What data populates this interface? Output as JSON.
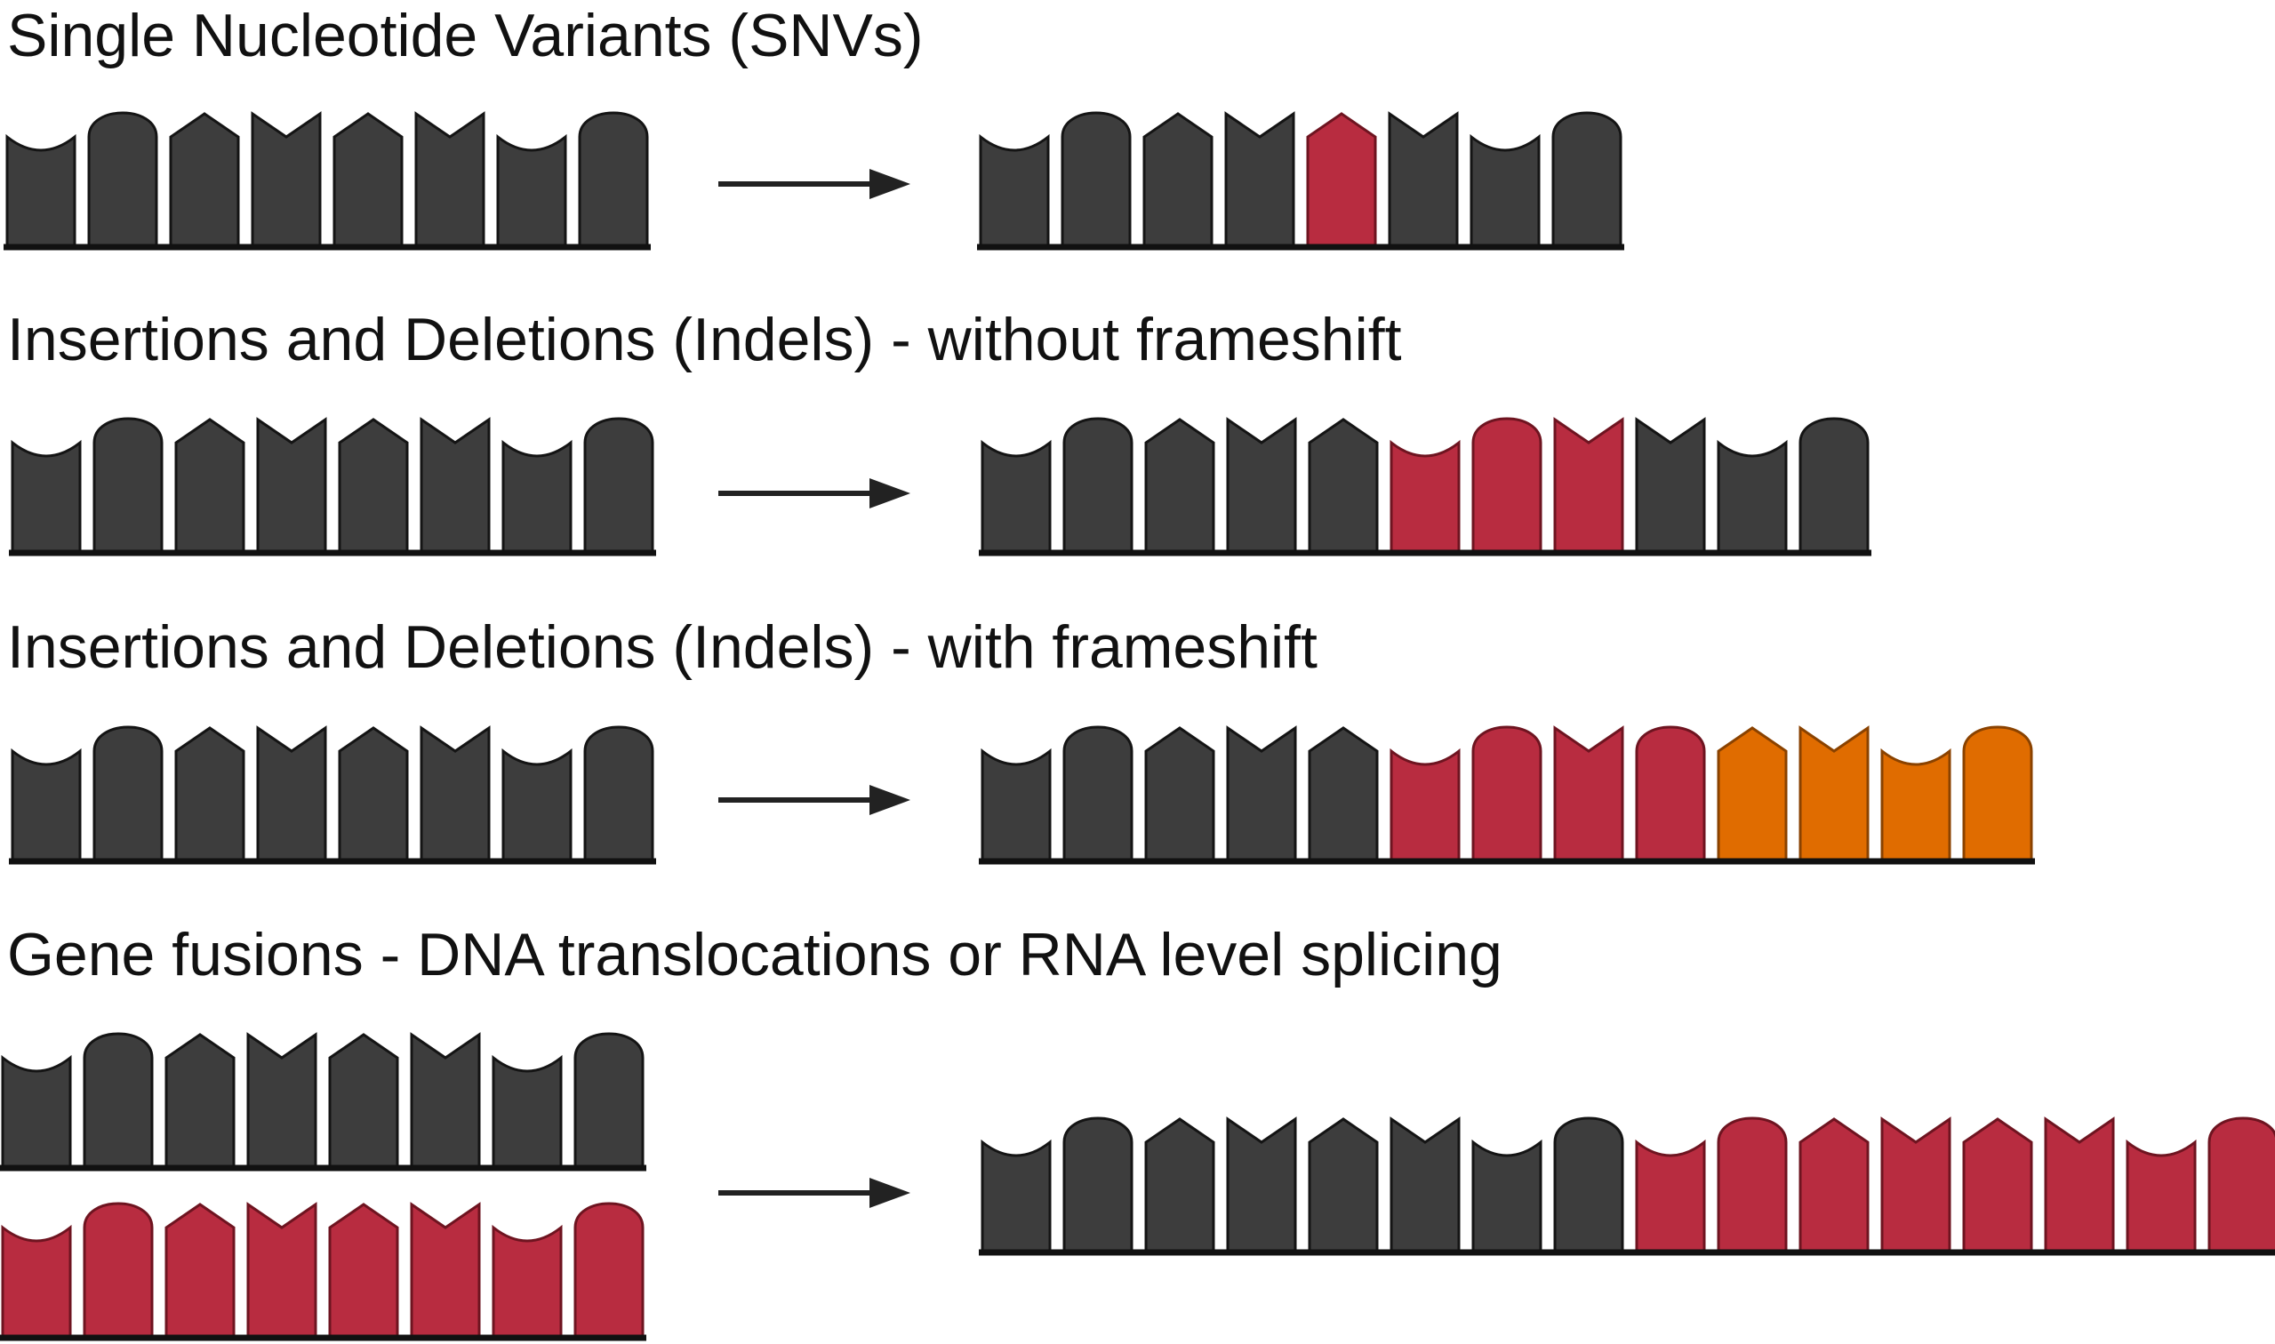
{
  "colors": {
    "normal": "#3d3d3d",
    "normal_stroke": "#141414",
    "variant": "#b82c40",
    "variant_stroke": "#6e1420",
    "frameshift": "#e06c00",
    "frameshift_stroke": "#8a4200",
    "backbone": "#111111",
    "arrow": "#222222"
  },
  "base_shapes": {
    "legend": "Each base is drawn as a block with a top notch: 'cup' (shallow concave), 'dome' (rounded), 'point' (peak), 'notch' (V cut).",
    "reference_sequence": [
      "cup",
      "dome",
      "point",
      "notch",
      "point",
      "notch",
      "cup",
      "dome"
    ]
  },
  "sections": [
    {
      "id": "snv",
      "title": "Single Nucleotide Variants (SNVs)",
      "before": [
        {
          "shapes": [
            "cup",
            "dome",
            "point",
            "notch",
            "point",
            "notch",
            "cup",
            "dome"
          ],
          "colors": [
            "normal",
            "normal",
            "normal",
            "normal",
            "normal",
            "normal",
            "normal",
            "normal"
          ]
        }
      ],
      "after": {
        "shapes": [
          "cup",
          "dome",
          "point",
          "notch",
          "point",
          "notch",
          "cup",
          "dome"
        ],
        "colors": [
          "normal",
          "normal",
          "normal",
          "normal",
          "variant",
          "normal",
          "normal",
          "normal"
        ]
      }
    },
    {
      "id": "indel-no-frameshift",
      "title": "Insertions and Deletions (Indels) - without frameshift",
      "before": [
        {
          "shapes": [
            "cup",
            "dome",
            "point",
            "notch",
            "point",
            "notch",
            "cup",
            "dome"
          ],
          "colors": [
            "normal",
            "normal",
            "normal",
            "normal",
            "normal",
            "normal",
            "normal",
            "normal"
          ]
        }
      ],
      "after": {
        "shapes": [
          "cup",
          "dome",
          "point",
          "notch",
          "point",
          "cup",
          "dome",
          "notch",
          "notch",
          "cup",
          "dome"
        ],
        "colors": [
          "normal",
          "normal",
          "normal",
          "normal",
          "normal",
          "variant",
          "variant",
          "variant",
          "normal",
          "normal",
          "normal"
        ]
      }
    },
    {
      "id": "indel-frameshift",
      "title": "Insertions and Deletions (Indels) - with frameshift",
      "before": [
        {
          "shapes": [
            "cup",
            "dome",
            "point",
            "notch",
            "point",
            "notch",
            "cup",
            "dome"
          ],
          "colors": [
            "normal",
            "normal",
            "normal",
            "normal",
            "normal",
            "normal",
            "normal",
            "normal"
          ]
        }
      ],
      "after": {
        "shapes": [
          "cup",
          "dome",
          "point",
          "notch",
          "point",
          "cup",
          "dome",
          "notch",
          "dome",
          "point",
          "notch",
          "cup",
          "dome"
        ],
        "colors": [
          "normal",
          "normal",
          "normal",
          "normal",
          "normal",
          "variant",
          "variant",
          "variant",
          "variant",
          "frameshift",
          "frameshift",
          "frameshift",
          "frameshift"
        ]
      }
    },
    {
      "id": "gene-fusion",
      "title": "Gene fusions - DNA translocations or RNA level splicing",
      "before": [
        {
          "shapes": [
            "cup",
            "dome",
            "point",
            "notch",
            "point",
            "notch",
            "cup",
            "dome"
          ],
          "colors": [
            "normal",
            "normal",
            "normal",
            "normal",
            "normal",
            "normal",
            "normal",
            "normal"
          ]
        },
        {
          "shapes": [
            "cup",
            "dome",
            "point",
            "notch",
            "point",
            "notch",
            "cup",
            "dome"
          ],
          "colors": [
            "variant",
            "variant",
            "variant",
            "variant",
            "variant",
            "variant",
            "variant",
            "variant"
          ]
        }
      ],
      "after": {
        "shapes": [
          "cup",
          "dome",
          "point",
          "notch",
          "point",
          "notch",
          "cup",
          "dome",
          "cup",
          "dome",
          "point",
          "notch",
          "point",
          "notch",
          "cup",
          "dome"
        ],
        "colors": [
          "normal",
          "normal",
          "normal",
          "normal",
          "normal",
          "normal",
          "normal",
          "normal",
          "variant",
          "variant",
          "variant",
          "variant",
          "variant",
          "variant",
          "variant",
          "variant"
        ]
      }
    }
  ]
}
